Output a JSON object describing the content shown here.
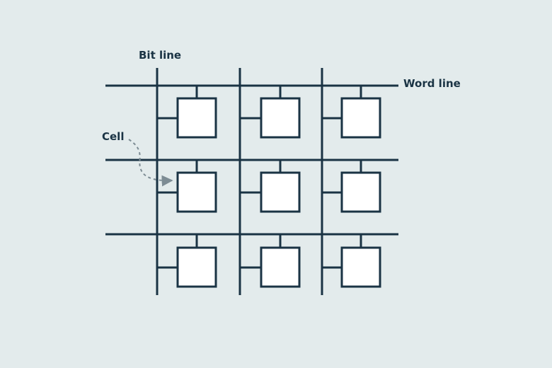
{
  "labels": {
    "bit_line": "Bit line",
    "word_line": "Word line",
    "cell": "Cell"
  },
  "colors": {
    "background": "#e3ebec",
    "line": "#1a3344",
    "cell_fill": "#ffffff",
    "pointer": "#7d8c94"
  },
  "grid": {
    "rows": 3,
    "columns": 3
  }
}
